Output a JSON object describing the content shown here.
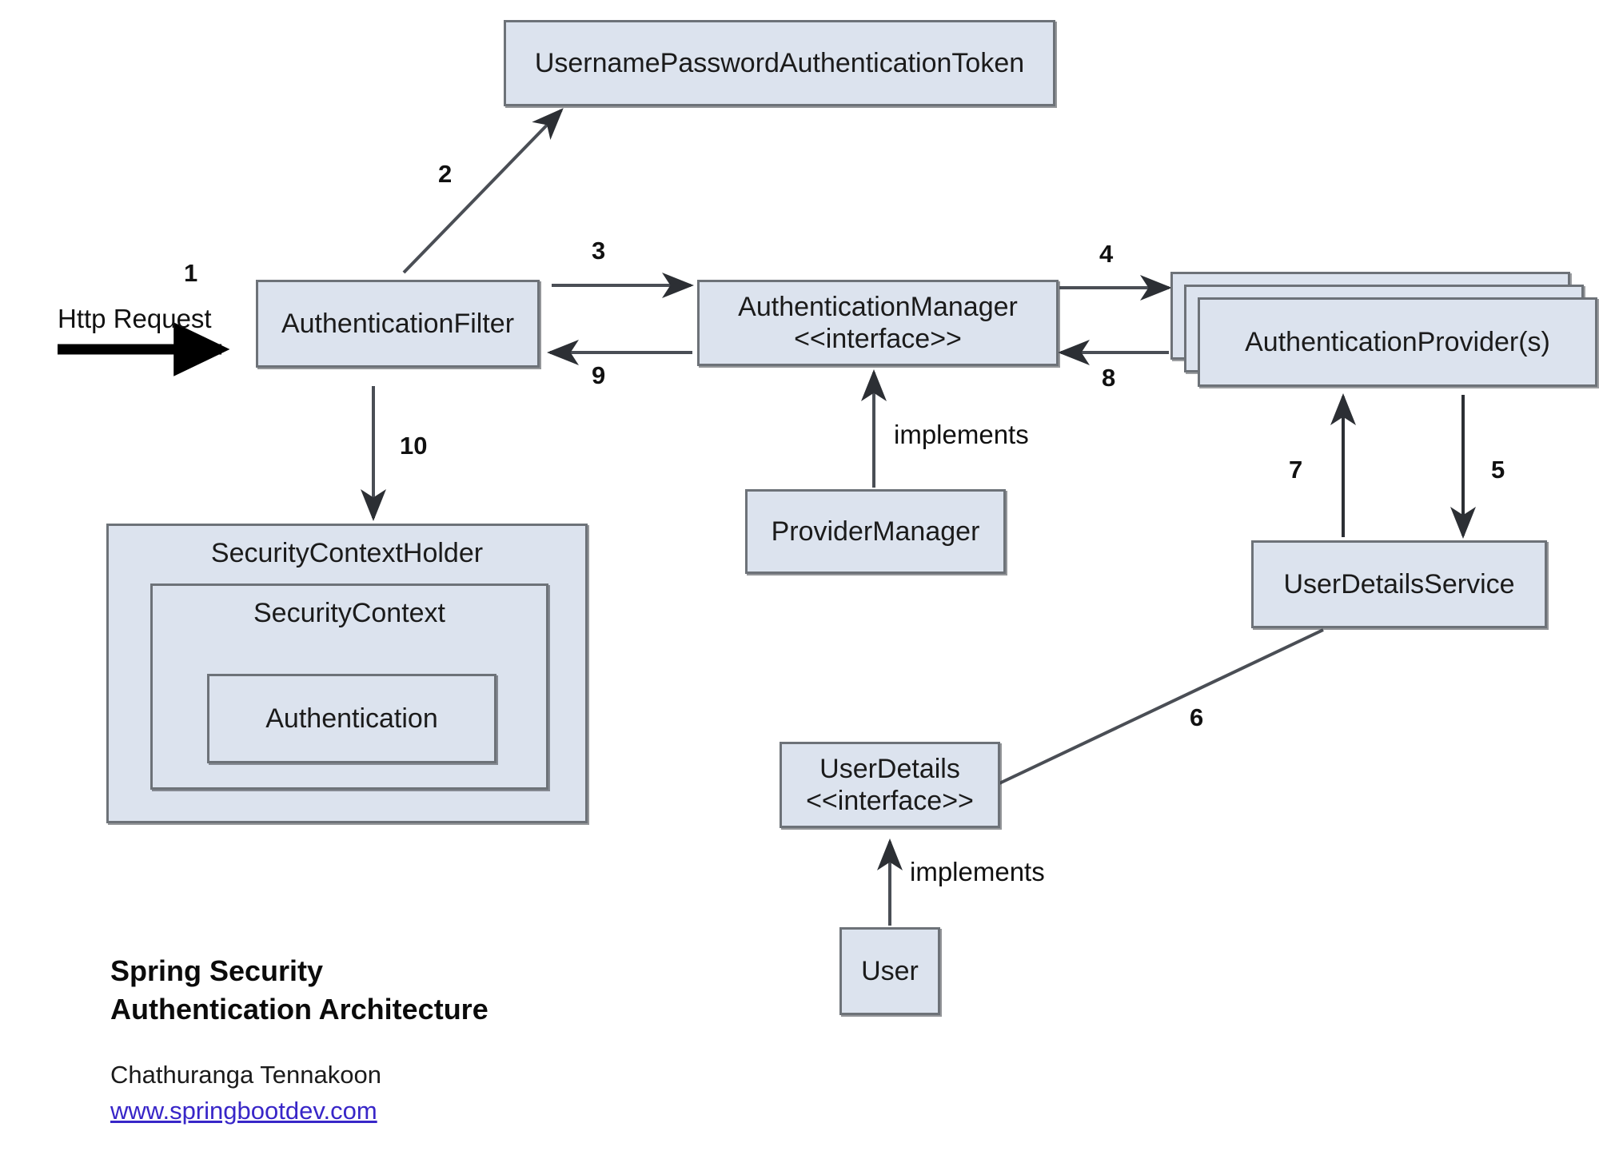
{
  "diagram": {
    "title_line1": "Spring Security",
    "title_line2": "Authentication Architecture",
    "author": "Chathuranga Tennakoon",
    "website": "www.springbootdev.com",
    "colors": {
      "node_fill": "#dce3ee",
      "node_border": "#6d7278",
      "edge": "#3c3f45",
      "link": "#3826c8",
      "background": "#ffffff"
    }
  },
  "nodes": {
    "token": {
      "label": "UsernamePasswordAuthenticationToken"
    },
    "auth_filter": {
      "label": "AuthenticationFilter"
    },
    "auth_manager": {
      "label": "AuthenticationManager",
      "stereotype": "<<interface>>"
    },
    "auth_provider": {
      "label": "AuthenticationProvider(s)"
    },
    "provider_manager": {
      "label": "ProviderManager"
    },
    "user_details_service": {
      "label": "UserDetailsService"
    },
    "user_details": {
      "label": "UserDetails",
      "stereotype": "<<interface>>"
    },
    "user": {
      "label": "User"
    },
    "security_context_holder": {
      "label": "SecurityContextHolder"
    },
    "security_context": {
      "label": "SecurityContext"
    },
    "authentication": {
      "label": "Authentication"
    }
  },
  "edges": {
    "http_request": {
      "label": "Http Request",
      "step": "1"
    },
    "filter_to_token": {
      "step": "2"
    },
    "filter_to_manager": {
      "step": "3"
    },
    "manager_to_provider": {
      "step": "4"
    },
    "provider_to_uds": {
      "step": "5"
    },
    "uds_to_userdetails": {
      "step": "6"
    },
    "userdetails_to_provider": {
      "step": "7"
    },
    "provider_to_manager": {
      "step": "8"
    },
    "manager_to_filter": {
      "step": "9"
    },
    "filter_to_context": {
      "step": "10"
    },
    "provider_manager_implements": {
      "label": "implements"
    },
    "user_implements": {
      "label": "implements"
    }
  }
}
